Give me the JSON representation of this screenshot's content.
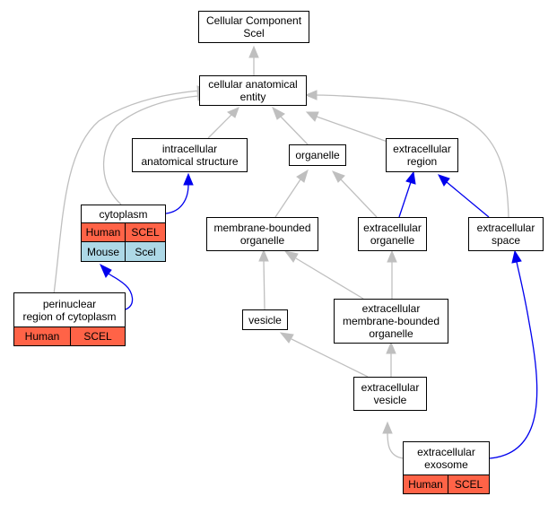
{
  "nodes": {
    "cellular_component": {
      "line1": "Cellular Component",
      "line2": "Scel"
    },
    "cellular_anatomical_entity": {
      "line1": "cellular anatomical",
      "line2": "entity"
    },
    "intracellular_anatomical_structure": {
      "line1": "intracellular",
      "line2": "anatomical structure"
    },
    "organelle": {
      "line1": "organelle"
    },
    "extracellular_region": {
      "line1": "extracellular",
      "line2": "region"
    },
    "cytoplasm": {
      "line1": "cytoplasm"
    },
    "membrane_bounded_organelle": {
      "line1": "membrane-bounded",
      "line2": "organelle"
    },
    "extracellular_organelle": {
      "line1": "extracellular",
      "line2": "organelle"
    },
    "extracellular_space": {
      "line1": "extracellular",
      "line2": "space"
    },
    "perinuclear_region": {
      "line1": "perinuclear",
      "line2": "region of cytoplasm"
    },
    "vesicle": {
      "line1": "vesicle"
    },
    "extracellular_membrane_bounded_organelle": {
      "line1": "extracellular",
      "line2": "membrane-bounded",
      "line3": "organelle"
    },
    "extracellular_vesicle": {
      "line1": "extracellular",
      "line2": "vesicle"
    },
    "extracellular_exosome": {
      "line1": "extracellular",
      "line2": "exosome"
    }
  },
  "annotations": {
    "cytoplasm": [
      {
        "species": "Human",
        "source": "SCEL",
        "color": "#ff6347"
      },
      {
        "species": "Mouse",
        "source": "Scel",
        "color": "#add8e6"
      }
    ],
    "perinuclear_region": [
      {
        "species": "Human",
        "source": "SCEL",
        "color": "#ff6347"
      }
    ],
    "extracellular_exosome": [
      {
        "species": "Human",
        "source": "SCEL",
        "color": "#ff6347"
      }
    ]
  },
  "colors": {
    "is_a_edge": "#bfbfbf",
    "part_of_edge": "#0000ee",
    "human": "#ff6347",
    "mouse": "#add8e6"
  }
}
